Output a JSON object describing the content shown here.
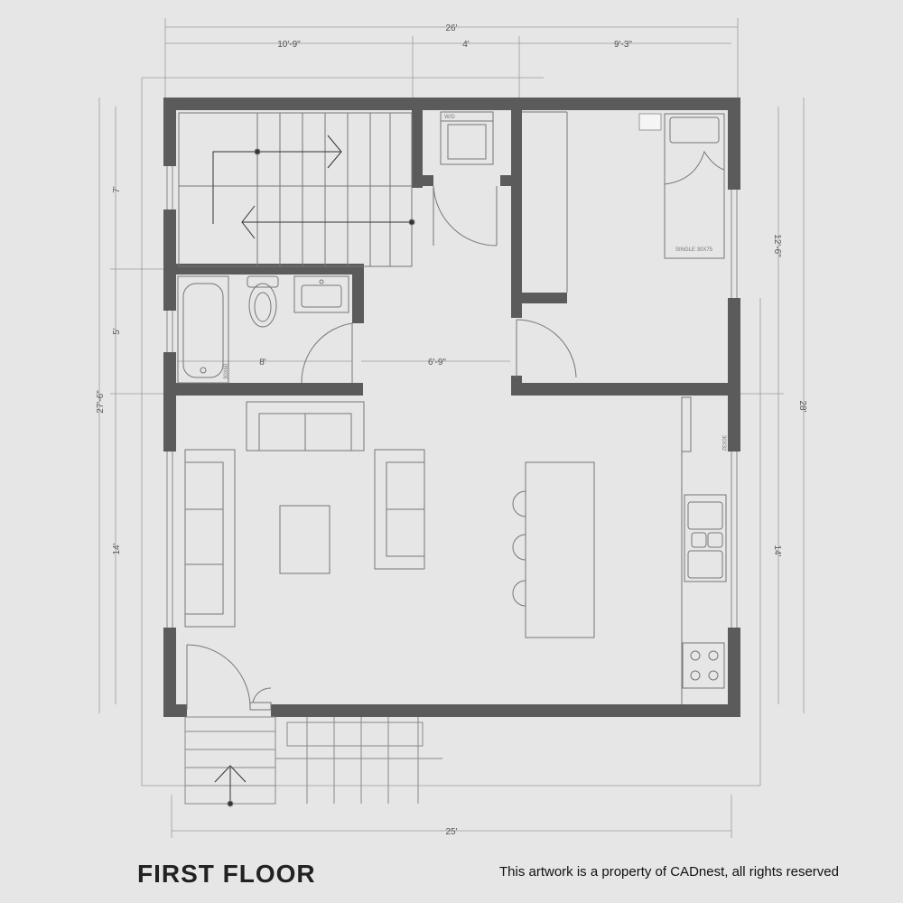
{
  "title": "FIRST FLOOR",
  "copyright": "This artwork is a property of CADnest, all rights reserved",
  "colors": {
    "background": "#e6e6e6",
    "wall": "#5b5b5b",
    "line": "#8a8a8a",
    "fixture": "#777777"
  },
  "dimensions": {
    "top_total": "26'",
    "top_left": "10'-9\"",
    "top_middle": "4'",
    "top_right": "9'-3\"",
    "bottom_total": "25'",
    "left_total": "27'-6\"",
    "left_upper": "7'",
    "left_middle": "5'",
    "left_lower": "14'",
    "right_total": "28'",
    "right_upper": "12'-6\"",
    "right_lower": "14'",
    "bath_width": "8'",
    "hall_width": "6'-9\""
  },
  "fixture_labels": {
    "bed": "SINGLE 30X75",
    "tub": "30X60",
    "fridge": "30X32",
    "washer": "W/D"
  }
}
